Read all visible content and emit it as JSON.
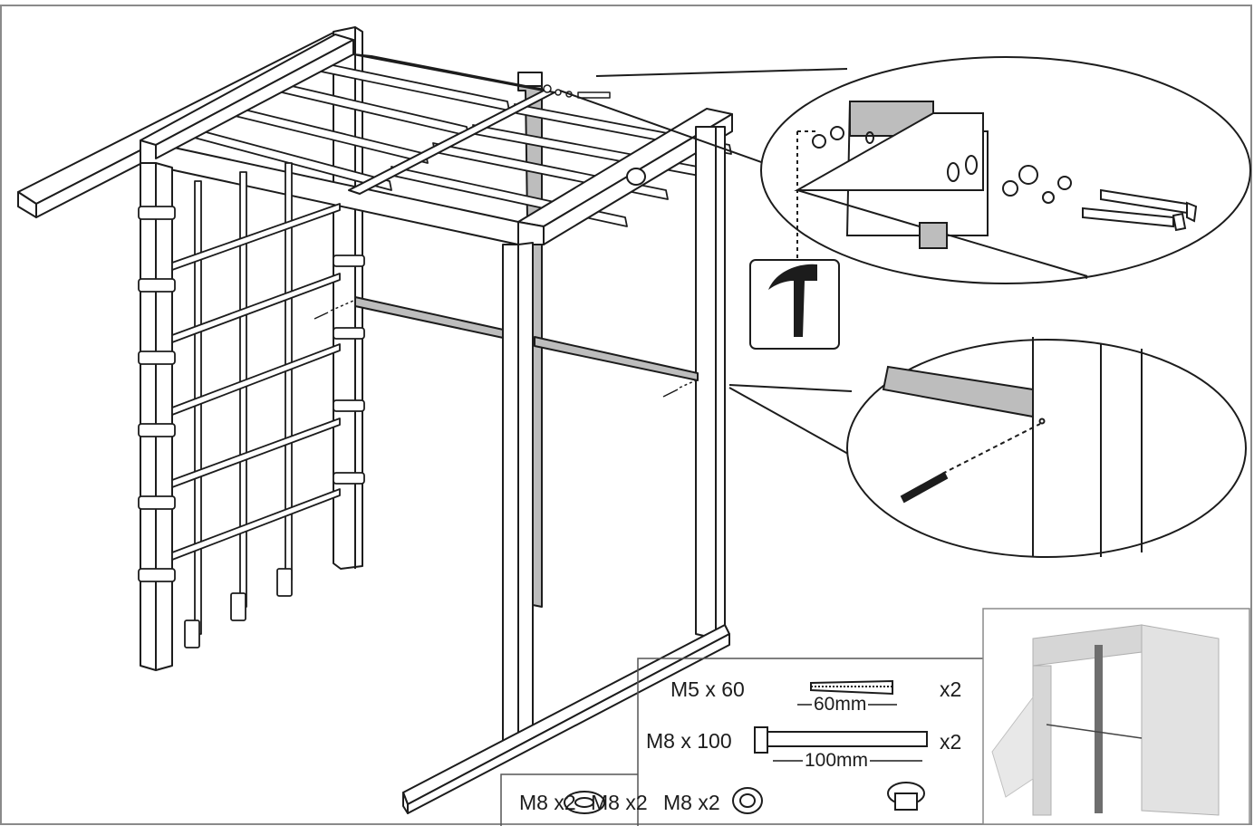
{
  "hardware": {
    "screw": {
      "size": "M5 x 60",
      "length": "60mm",
      "qty": "x2"
    },
    "bolt": {
      "size": "M8 x 100",
      "length": "100mm",
      "qty": "x2"
    },
    "washer": {
      "label": "M8 x2"
    },
    "spring_washer": {
      "label": "M8 x2"
    },
    "t_nut": {
      "label": "M8 x2"
    }
  },
  "colors": {
    "stroke": "#1c1c1c",
    "bar_fill": "#bdbdbd",
    "ghost": "#c8c8c8",
    "frame": "#7a7a7a"
  },
  "icons": {
    "tool": "hammer-icon"
  }
}
